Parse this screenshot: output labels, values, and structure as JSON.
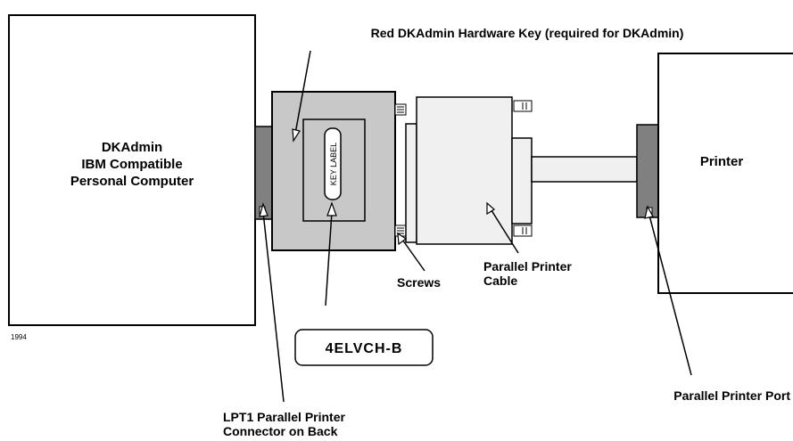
{
  "computer": {
    "line1": "DKAdmin",
    "line2": "IBM Compatible",
    "line3": "Personal Computer",
    "year": "1994"
  },
  "hardware_key": {
    "label": "Red DKAdmin Hardware Key (required for DKAdmin)",
    "key_label_text": "KEY LABEL",
    "part_number": "4ELVCH-B"
  },
  "printer": {
    "label": "Printer"
  },
  "callouts": {
    "screws": "Screws",
    "cable_line1": "Parallel Printer",
    "cable_line2": "Cable",
    "printer_port": "Parallel Printer Port",
    "lpt1_line1": "LPT1 Parallel Printer",
    "lpt1_line2": "Connector on Back"
  },
  "colors": {
    "key_body": "#c8c8c8",
    "connector_dark": "#808080",
    "cable_light": "#f0f0f0",
    "outline": "#000000"
  }
}
